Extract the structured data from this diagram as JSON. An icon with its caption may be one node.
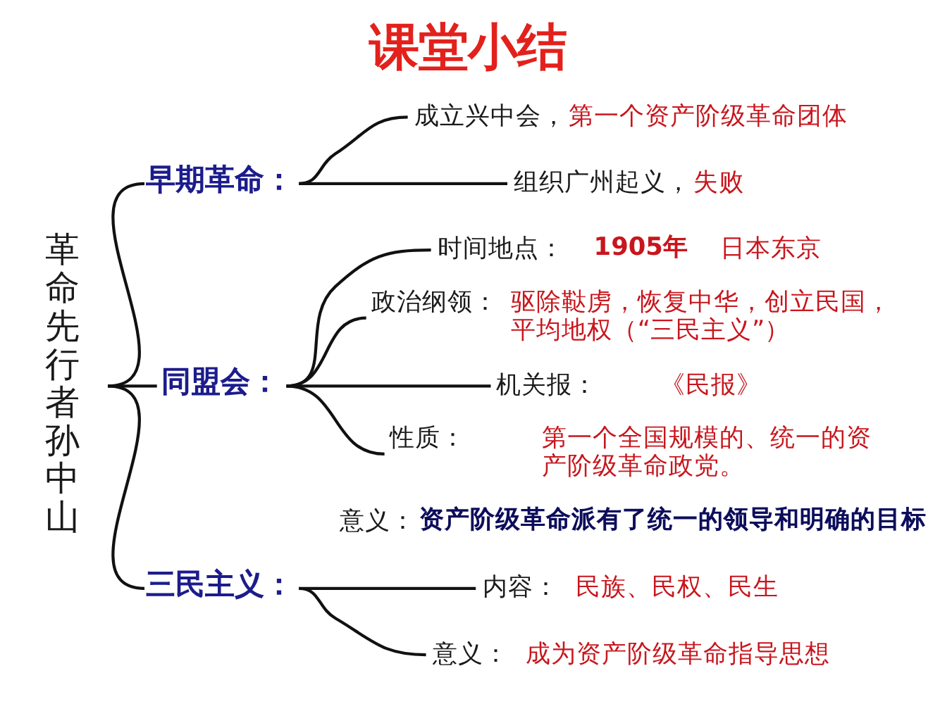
{
  "diagram": {
    "title": "课堂小结",
    "labels": [
      "意义：",
      "资产阶级革命派有了统一的领导和明确的目标"
    ],
    "nodes": [
      {
        "text": [
          "革命先行者孙中山"
        ]
      },
      {
        "text": [
          "早期革命："
        ]
      },
      {
        "text": [
          "成立兴中会，",
          "第一个资产阶级革命团体"
        ]
      },
      {
        "text": [
          "组织广州起义，",
          "失败"
        ]
      },
      {
        "text": [
          "同盟会："
        ]
      },
      {
        "text": [
          "时间地点：",
          "1905年",
          "日本东京"
        ]
      },
      {
        "text": [
          "政治纲领：",
          "驱除鞑虏，恢复中华，创立民国，平均地权（“三民主义”）"
        ]
      },
      {
        "text": [
          "机关报：",
          "《民报》"
        ]
      },
      {
        "text": [
          "性质：",
          "第一个全国规模的、统一的资产阶级革命政党。"
        ]
      },
      {
        "text": [
          "三民主义："
        ]
      },
      {
        "text": [
          "内容：",
          "民族、民权、民生"
        ]
      },
      {
        "text": [
          "意义：",
          "成为资产阶级革命指导思想"
        ]
      }
    ],
    "edges": [
      {
        "from": 0,
        "to": 1,
        "arrow": "none"
      },
      {
        "from": 0,
        "to": 4,
        "arrow": "none"
      },
      {
        "from": 0,
        "to": 9,
        "arrow": "none"
      },
      {
        "from": 1,
        "to": 2,
        "arrow": "none"
      },
      {
        "from": 1,
        "to": 3,
        "arrow": "none"
      },
      {
        "from": 4,
        "to": 5,
        "arrow": "none"
      },
      {
        "from": 4,
        "to": 6,
        "arrow": "none"
      },
      {
        "from": 4,
        "to": 7,
        "arrow": "none"
      },
      {
        "from": 4,
        "to": 8,
        "arrow": "none"
      },
      {
        "from": 9,
        "to": 10,
        "arrow": "none"
      },
      {
        "from": 9,
        "to": 11,
        "arrow": "none"
      }
    ]
  }
}
